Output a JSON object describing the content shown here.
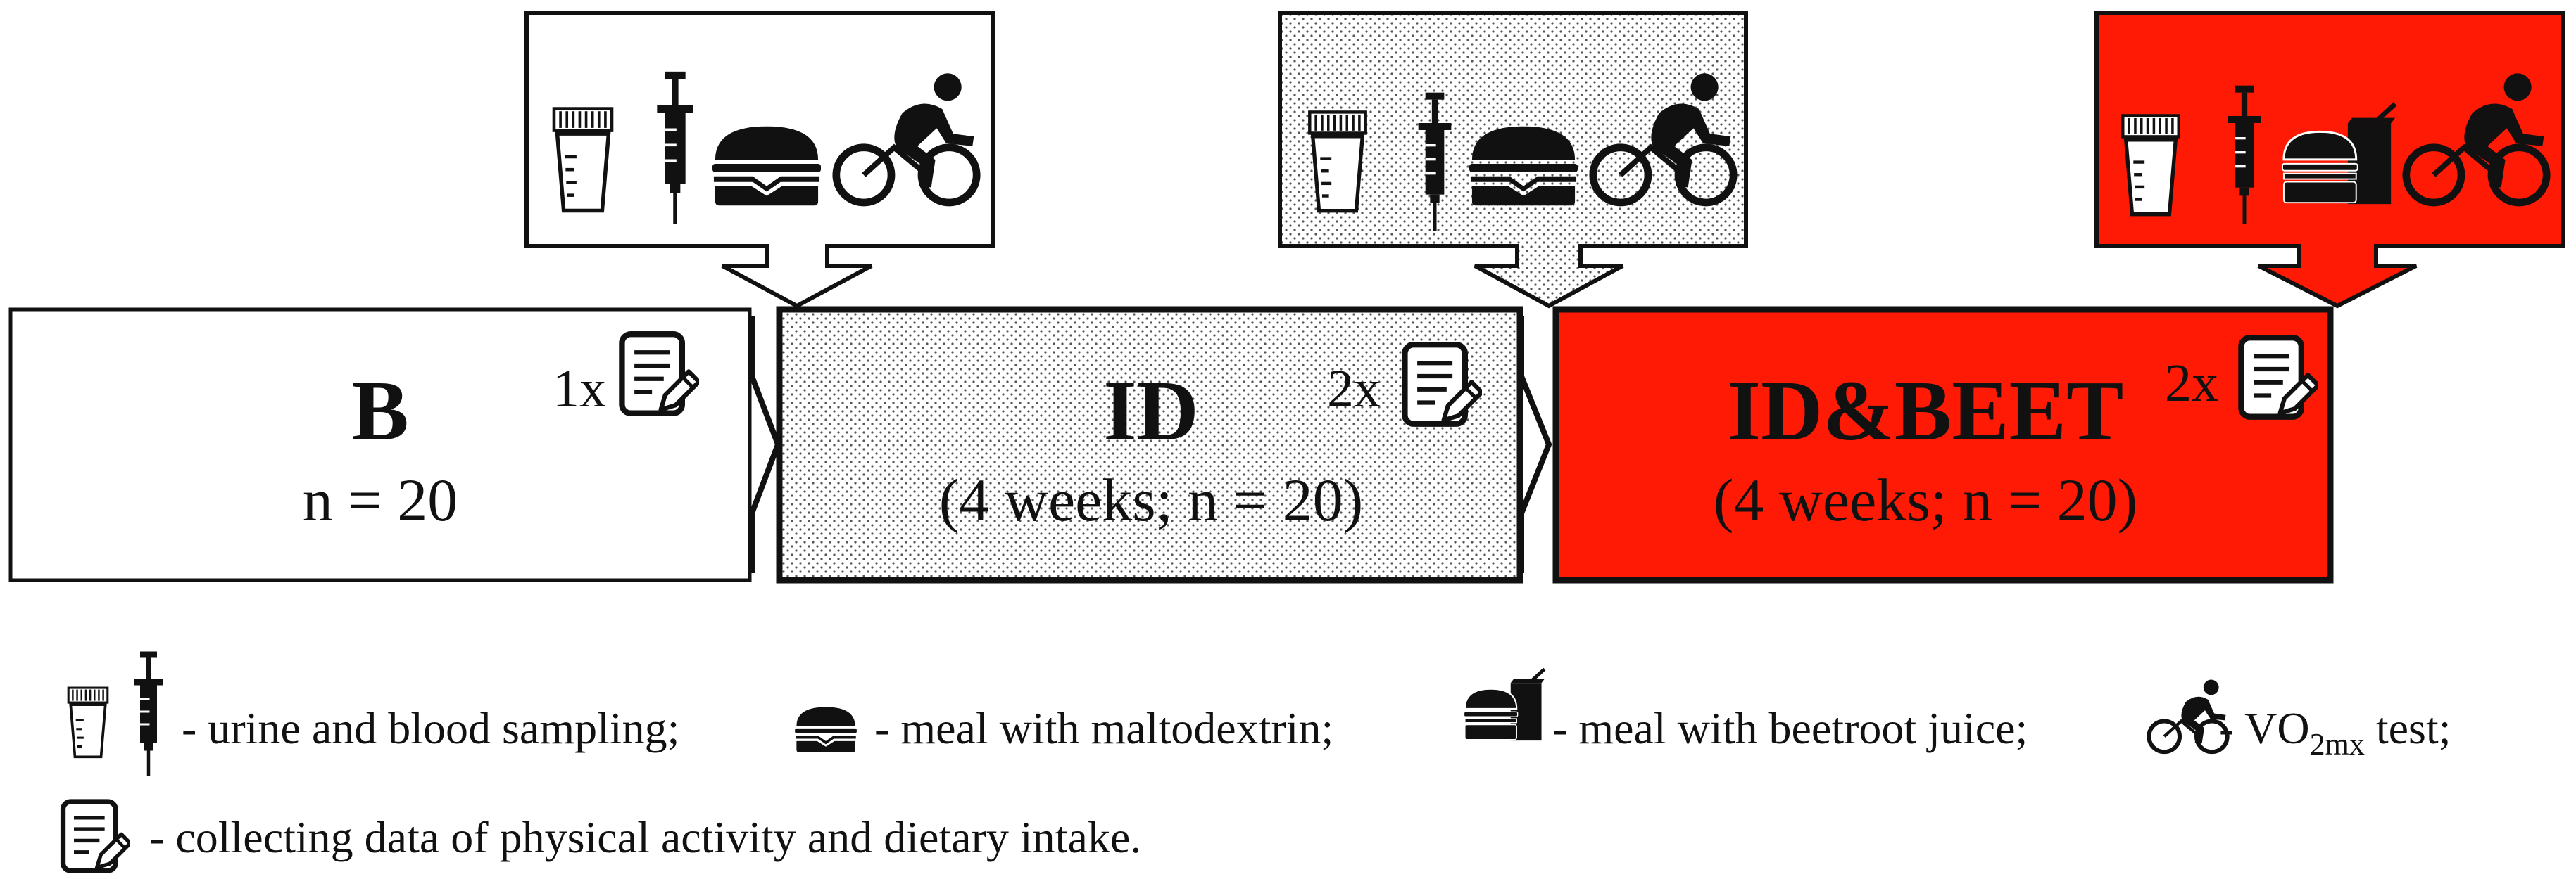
{
  "colors": {
    "red": "#ff1a05",
    "border": "#111111",
    "dots": "#d9dce4"
  },
  "phases": [
    {
      "id": "b",
      "title": "B",
      "subtitle": "n = 20",
      "log_count": "1x",
      "fill": "white"
    },
    {
      "id": "id",
      "title": "ID",
      "subtitle": "(4 weeks; n = 20)",
      "log_count": "2x",
      "fill": "dotted"
    },
    {
      "id": "idbeet",
      "title": "ID&BEET",
      "subtitle": "(4 weeks; n = 20)",
      "log_count": "2x",
      "fill": "red"
    }
  ],
  "callouts": [
    {
      "phase": "b",
      "icons": [
        "urine-cup-icon",
        "syringe-icon",
        "burger-icon",
        "cyclist-icon"
      ]
    },
    {
      "phase": "id",
      "icons": [
        "urine-cup-icon",
        "syringe-icon",
        "burger-icon",
        "cyclist-icon"
      ]
    },
    {
      "phase": "idbeet",
      "icons": [
        "urine-cup-icon",
        "syringe-icon",
        "burger-juice-icon",
        "cyclist-icon"
      ]
    }
  ],
  "legend": {
    "sampling": "- urine and blood sampling;",
    "maltodextrin": "- meal with maltodextrin;",
    "beetroot": "- meal with beetroot juice;",
    "vo2_prefix": "- VO",
    "vo2_sub": "2mx",
    "vo2_suffix": " test;",
    "data_collection": "- collecting data of physical activity and dietary intake."
  }
}
